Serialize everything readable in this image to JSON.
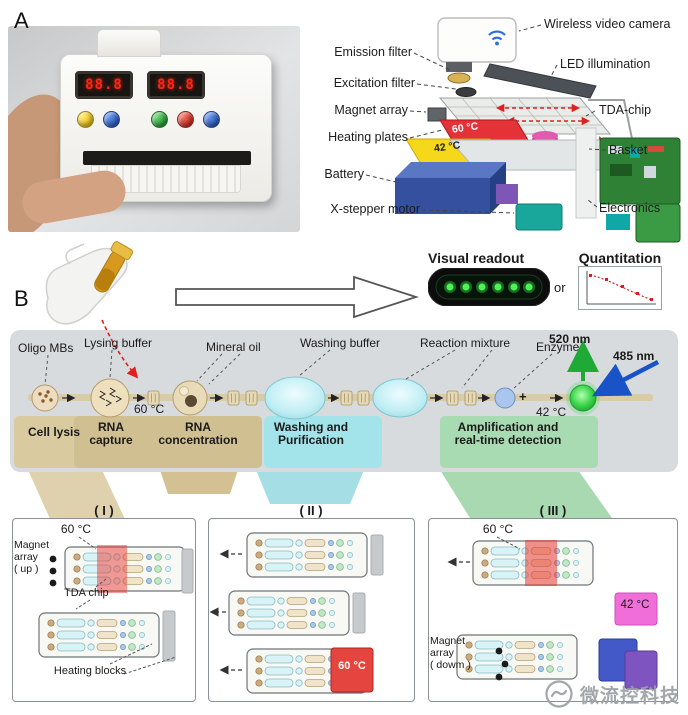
{
  "panelA": {
    "label": "A",
    "display_left": "88.8",
    "display_right": "88.8",
    "left_labels": [
      "Emission filter",
      "Excitation filter",
      "Magnet array",
      "Heating plates",
      "Battery",
      "X-stepper motor"
    ],
    "right_labels": [
      "Wireless video camera",
      "LED illumination",
      "TDA-chip",
      "Basket",
      "Electronics"
    ],
    "temp_hot": "60 °C",
    "temp_warm": "42 °C"
  },
  "panelB": {
    "label": "B",
    "visual_readout": "Visual readout",
    "or_text": "or",
    "quantitation": "Quantitation",
    "chamber_labels": [
      "Oligo MBs",
      "Lysing buffer",
      "Mineral oil",
      "Washing buffer",
      "Reaction mixture",
      "Enzyme"
    ],
    "temp_lysis": "60 °C",
    "temp_amp": "42 °C",
    "plus": "+",
    "emission_nm": "520 nm",
    "excitation_nm": "485 nm",
    "stages": [
      [
        "Cell lysis",
        ""
      ],
      [
        "RNA",
        "capture"
      ],
      [
        "RNA",
        "concentration"
      ],
      [
        "Washing and",
        "Purification"
      ],
      [
        "Amplification and",
        "real-time detection"
      ]
    ]
  },
  "panels": {
    "one": {
      "title": "( I )",
      "temp": "60 °C",
      "magnet_lines": [
        "Magnet",
        "array",
        "( up )"
      ],
      "chip_label": "TDA chip",
      "heating_label": "Heating blocks"
    },
    "two": {
      "title": "( II )",
      "temp": "60 °C"
    },
    "three": {
      "title": "( III )",
      "temp_top": "60 °C",
      "temp_side": "42 °C",
      "magnet_lines": [
        "Magnet",
        "array",
        "( dowm )"
      ]
    }
  },
  "watermark": "微流控科技"
}
